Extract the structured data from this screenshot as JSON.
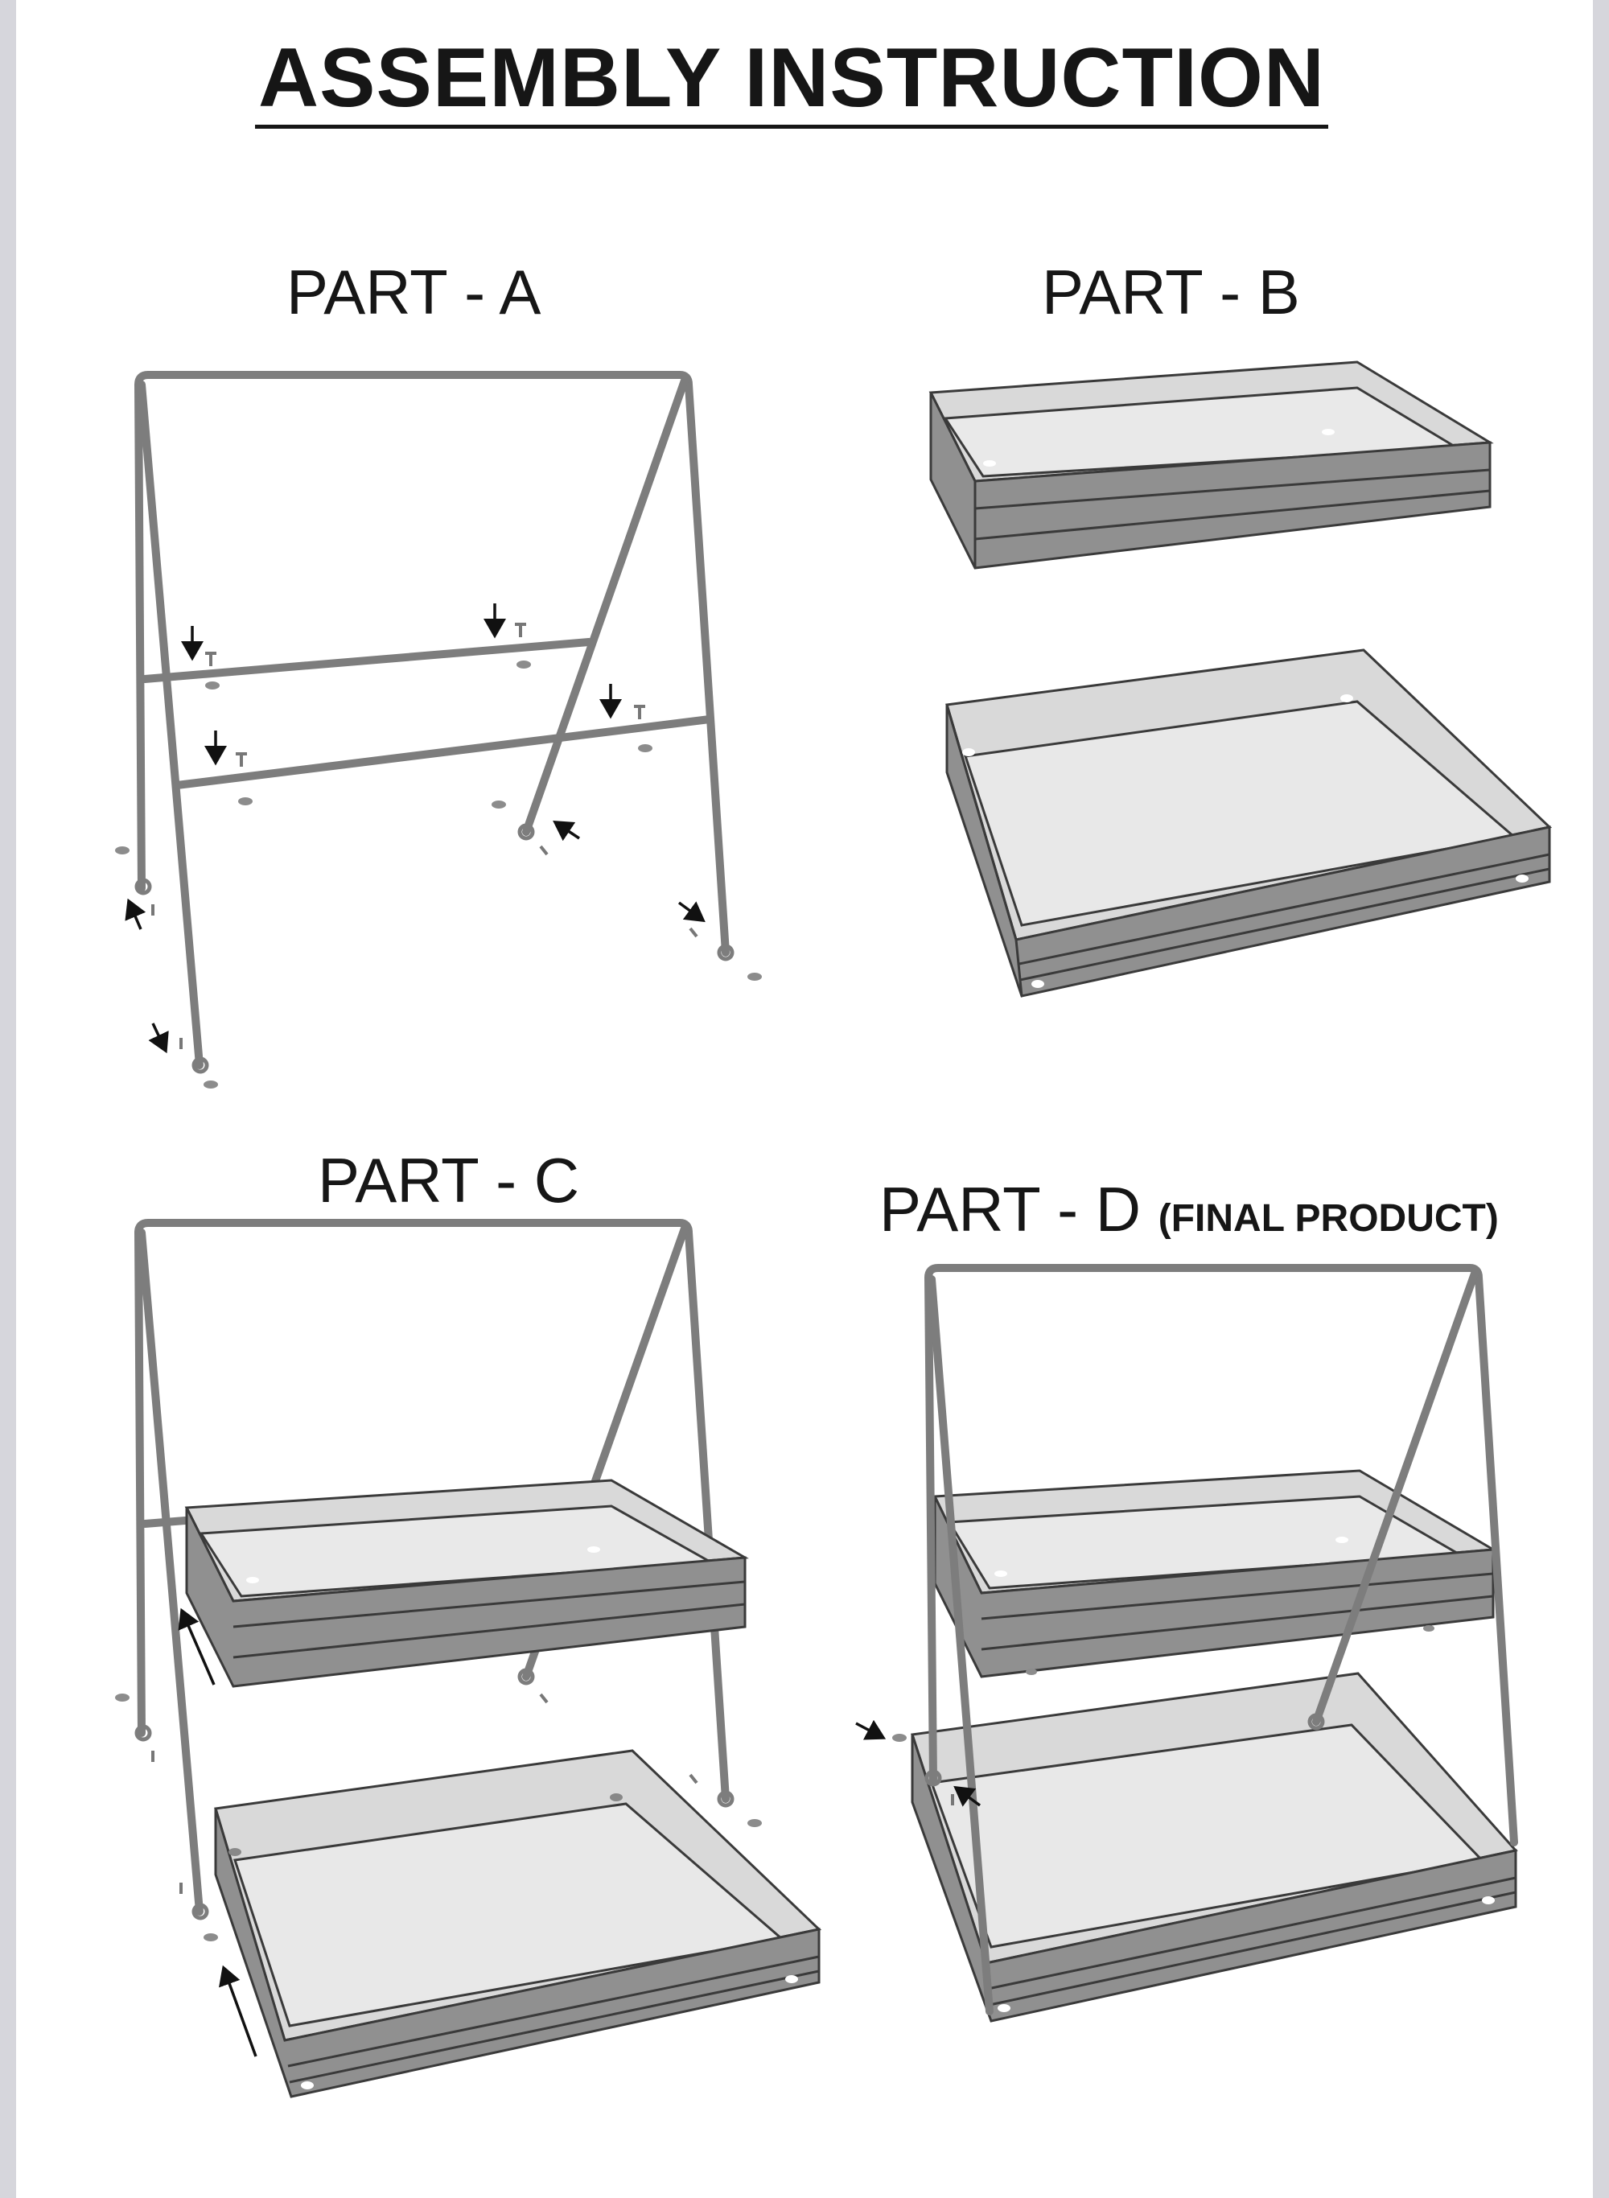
{
  "title": "ASSEMBLY INSTRUCTION",
  "parts": {
    "a": {
      "label": "PART - A"
    },
    "b": {
      "label": "PART - B"
    },
    "c": {
      "label": "PART - C"
    },
    "d": {
      "label": "PART - D",
      "note": "(FINAL PRODUCT)"
    }
  },
  "colors": {
    "frame": "#7d7d7d",
    "tray_side": "#909090",
    "tray_rim": "#d9d9d9",
    "tray_floor": "#e7e7e7",
    "outline": "#3a3a3a",
    "arrow": "#111111"
  }
}
